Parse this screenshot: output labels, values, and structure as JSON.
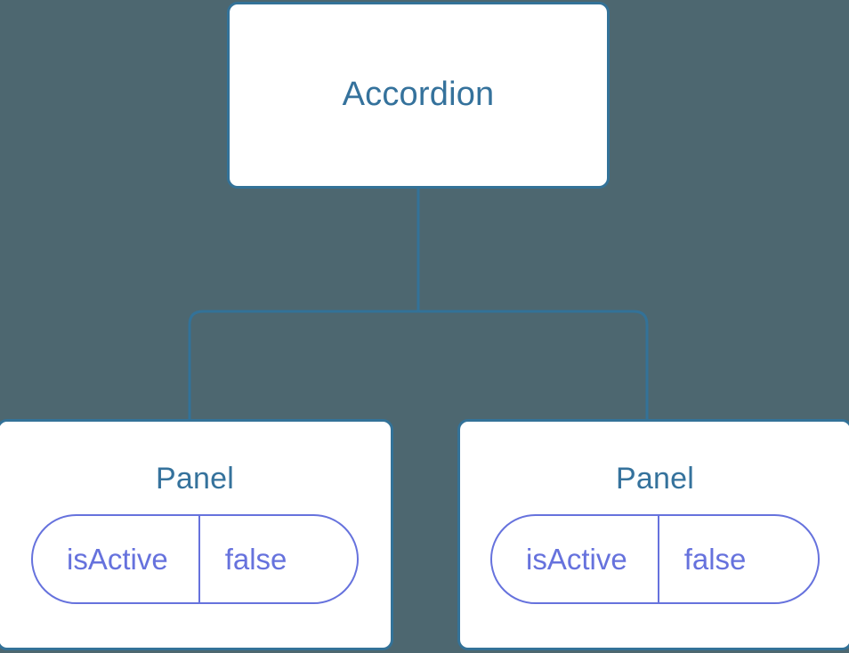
{
  "diagram": {
    "type": "component-tree",
    "background_color": "#4d6770",
    "edge_color": "#337298",
    "node_border_color": "#337298",
    "node_fill_color": "#ffffff",
    "title_color": "#35729c",
    "badge_color": "#6672dd",
    "root": {
      "label": "Accordion"
    },
    "children": [
      {
        "label": "Panel",
        "state": {
          "key": "isActive",
          "value": "false"
        }
      },
      {
        "label": "Panel",
        "state": {
          "key": "isActive",
          "value": "false"
        }
      }
    ],
    "edges": [
      {
        "from": "Accordion",
        "to": "Panel"
      },
      {
        "from": "Accordion",
        "to": "Panel"
      }
    ]
  }
}
